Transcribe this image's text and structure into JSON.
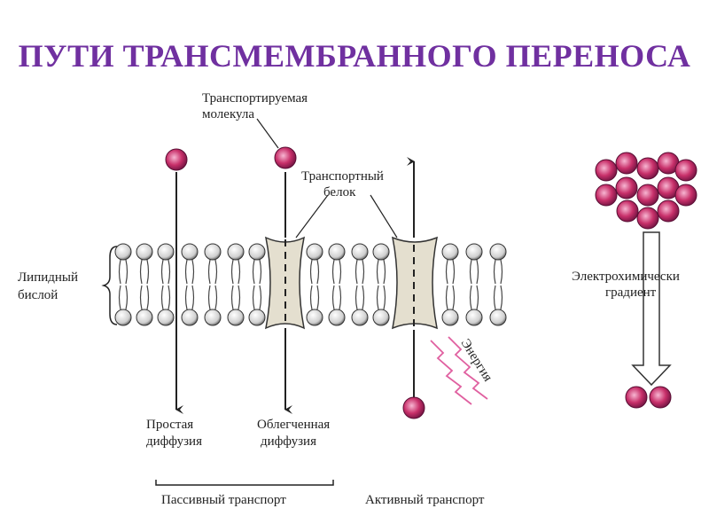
{
  "title": "ПУТИ ТРАНСМЕМБРАННОГО ПЕРЕНОСА",
  "labels": {
    "transported_molecule": [
      "Транспортируемая",
      "молекула"
    ],
    "transport_protein": [
      "Транспортный",
      "белок"
    ],
    "lipid_bilayer": [
      "Липидный",
      "бислой"
    ],
    "simple_diffusion": [
      "Простая",
      "диффузия"
    ],
    "facilitated_diffusion": [
      "Облегченная",
      "диффузия"
    ],
    "passive_transport": "Пассивный транспорт",
    "active_transport": "Активный транспорт",
    "energy": "Энергия",
    "electrochemical_gradient": [
      "Электрохимически",
      "градиент"
    ]
  },
  "colors": {
    "title": "#7030a0",
    "molecule": "#c8306a",
    "protein": "#e4dfcf",
    "line": "#222222"
  }
}
